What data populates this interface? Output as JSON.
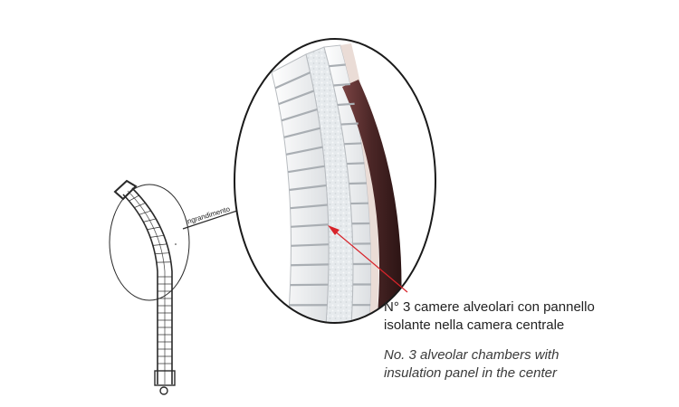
{
  "colors": {
    "accent_red": "#d8242b",
    "outline": "#2a2a2a",
    "profile_fill": "#f6f6f6",
    "foam": "#e9ecee",
    "brown": "#5a2e2e"
  },
  "labels": {
    "zoom_tag": "ingrandimento"
  },
  "captions": {
    "italian": {
      "line1": "N° 3 camere alveolari con pannello",
      "line2": "isolante nella camera centrale"
    },
    "english": {
      "line1": "No. 3 alveolar chambers with",
      "line2": "insulation panel in the center"
    }
  },
  "icons": [
    "arrow-icon",
    "magnifier-circle"
  ]
}
